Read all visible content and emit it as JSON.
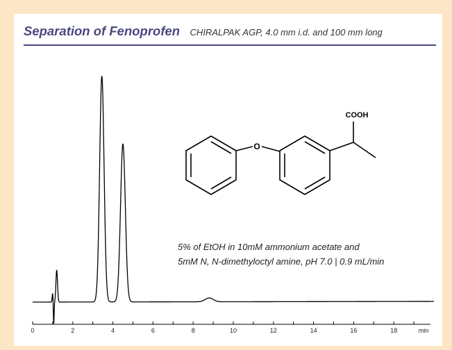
{
  "header": {
    "title": "Separation of Fenoprofen",
    "subtitle": "CHIRALPAK AGP, 4.0 mm i.d. and 100 mm long"
  },
  "conditions": {
    "line1": "5% of EtOH in 10mM ammonium acetate and",
    "line2": "5mM N, N-dimethyloctyl amine, pH 7.0 | 0.9 mL/min"
  },
  "structure": {
    "carboxyl_label": "COOH",
    "ether_label": "O"
  },
  "colors": {
    "background": "#fde6c6",
    "title": "#4a4880",
    "trace": "#000000"
  },
  "chart_data": {
    "type": "line",
    "title": "Separation of Fenoprofen",
    "xlabel": "min",
    "ylabel": "",
    "xlim": [
      0,
      20
    ],
    "ylim": [
      -0.12,
      1.0
    ],
    "grid": false,
    "x_ticks": [
      0,
      2,
      4,
      6,
      8,
      10,
      12,
      14,
      16,
      18
    ],
    "x_tick_labels": [
      "0",
      "2",
      "4",
      "6",
      "8",
      "10",
      "12",
      "14",
      "16",
      "18"
    ],
    "x_axis_unit_label": "min",
    "baseline": 0.0,
    "baseline_end": 0.003,
    "peaks": [
      {
        "rt": 1.0,
        "height": 0.04,
        "width": 0.025
      },
      {
        "rt": 1.05,
        "height": -0.1,
        "width": 0.02
      },
      {
        "rt": 1.2,
        "height": 0.141,
        "width": 0.04
      },
      {
        "rt": 3.45,
        "height": 1.0,
        "width": 0.11
      },
      {
        "rt": 4.5,
        "height": 0.7,
        "width": 0.12
      },
      {
        "rt": 8.8,
        "height": 0.017,
        "width": 0.2
      }
    ]
  }
}
